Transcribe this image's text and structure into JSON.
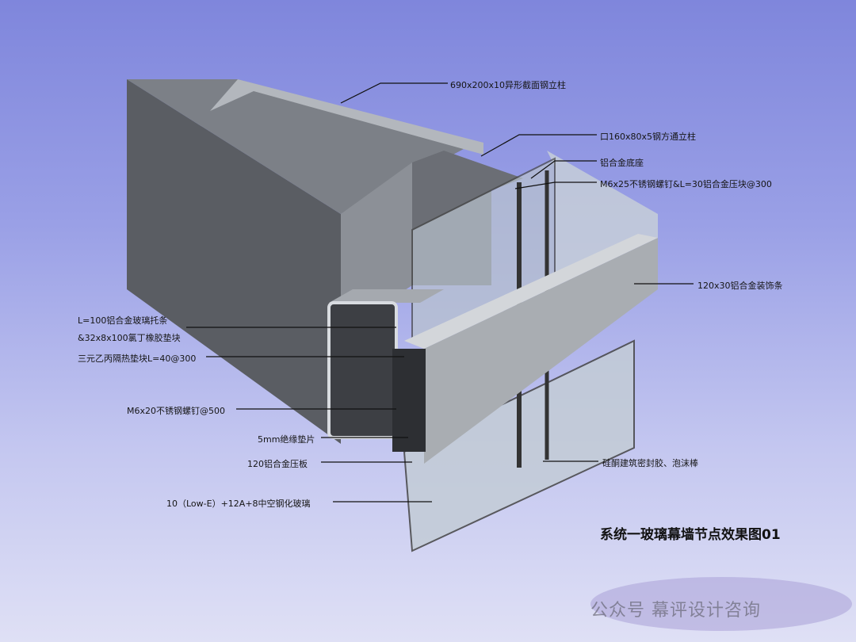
{
  "labels": {
    "l1": "690x200x10异形截面钢立柱",
    "l2": "口160x80x5钢方通立柱",
    "l3": "铝合金底座",
    "l4": "M6x25不锈钢螺钉&L=30铝合金压块@300",
    "l5": "120x30铝合金装饰条",
    "l6": "L=100铝合金玻璃托条",
    "l7": "&32x8x100氯丁橡胶垫块",
    "l8": "三元乙丙隔热垫块L=40@300",
    "l9": "M6x20不锈钢螺钉@500",
    "l10": "5mm绝缘垫片",
    "l11": "120铝合金压板",
    "l12": "硅酮建筑密封胶、泡沫棒",
    "l13": "10（Low-E）+12A+8中空钢化玻璃"
  },
  "title": "系统一玻璃幕墙节点效果图01",
  "watermark": "公众号 幕评设计咨询",
  "colors": {
    "steel_dark": "#55585e",
    "steel_light": "#9a9ea5",
    "glass": "#c9d2dc"
  }
}
